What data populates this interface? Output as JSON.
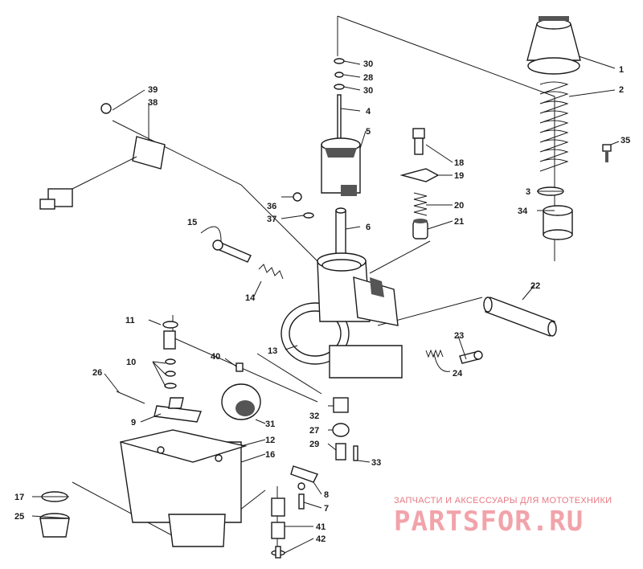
{
  "labels": {
    "l1": "1",
    "l2": "2",
    "l3": "3",
    "l4": "4",
    "l5": "5",
    "l6": "6",
    "l7": "7",
    "l8": "8",
    "l9": "9",
    "l10": "10",
    "l11": "11",
    "l12": "12",
    "l13": "13",
    "l14": "14",
    "l15": "15",
    "l16": "16",
    "l17": "17",
    "l18": "18",
    "l19": "19",
    "l20": "20",
    "l21": "21",
    "l22": "22",
    "l23": "23",
    "l24": "24",
    "l25": "25",
    "l26": "26",
    "l27": "27",
    "l28": "28",
    "l29": "29",
    "l30a": "30",
    "l30b": "30",
    "l31": "31",
    "l32": "32",
    "l33": "33",
    "l34": "34",
    "l35": "35",
    "l36": "36",
    "l37": "37",
    "l38": "38",
    "l39": "39",
    "l40": "40",
    "l41": "41",
    "l42": "42"
  },
  "watermark": {
    "subtitle": "ЗАПЧАСТИ И АКСЕССУАРЫ ДЛЯ МОТОТЕХНИКИ",
    "brand": "PARTSFOR.RU"
  },
  "colors": {
    "ink": "#1a1a1a",
    "watermark": "#f2a3aa",
    "watermark_text": "#e57a84"
  }
}
